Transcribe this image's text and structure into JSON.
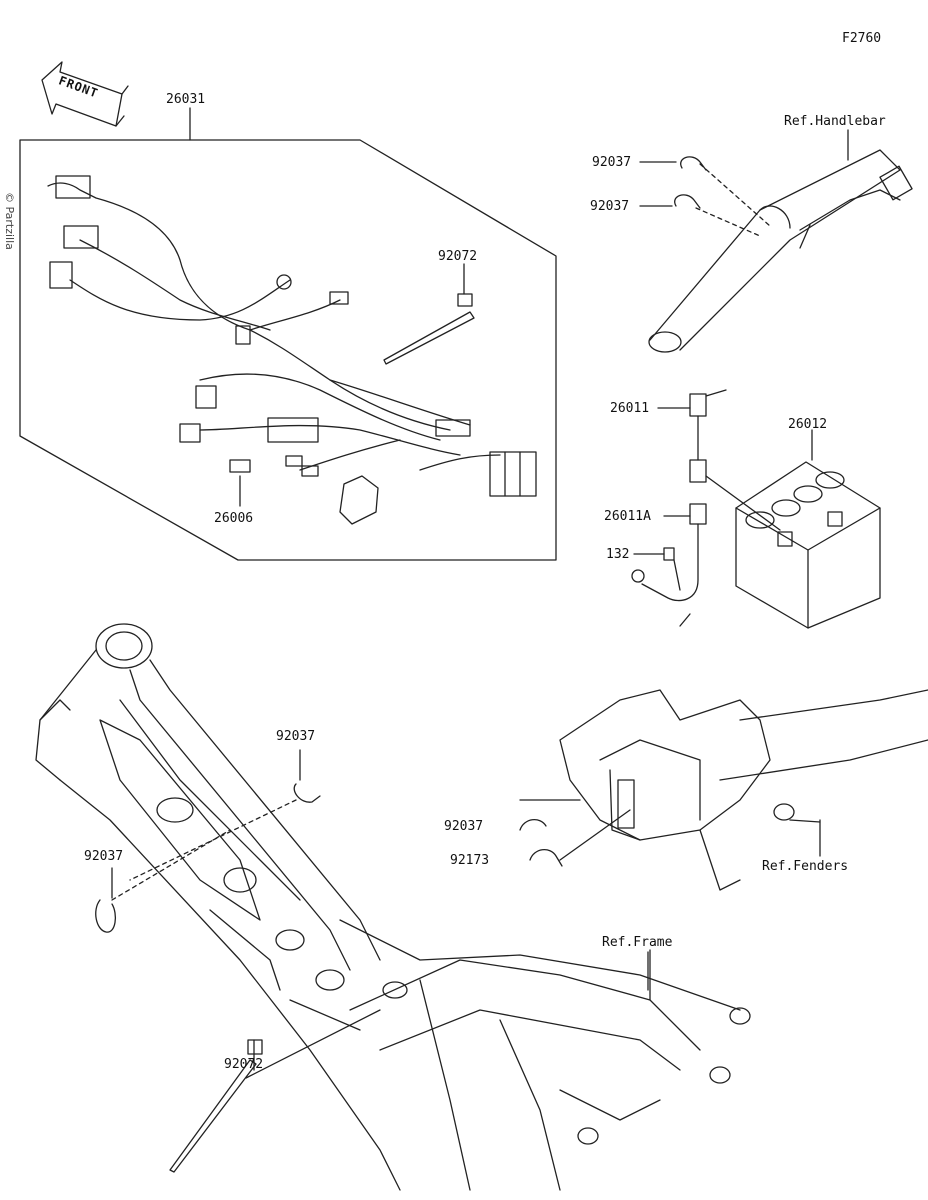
{
  "diagram_id": "F2760",
  "watermark": "© Partzilla",
  "front_label": "FRONT",
  "parts": {
    "harness": "26031",
    "tie_top": "92072",
    "fuse": "26006",
    "clamp_a": "92037",
    "clamp_b": "92037",
    "lead": "26011",
    "battery": "26012",
    "lead_a": "26011A",
    "bolt": "132",
    "clamp_frame_upper": "92037",
    "clamp_frame_lower": "92037",
    "clamp_battery": "92037",
    "clamp_battery_2": "92173",
    "tie_bottom": "92072"
  },
  "refs": {
    "handlebar": "Ref.Handlebar",
    "fenders": "Ref.Fenders",
    "frame": "Ref.Frame"
  }
}
